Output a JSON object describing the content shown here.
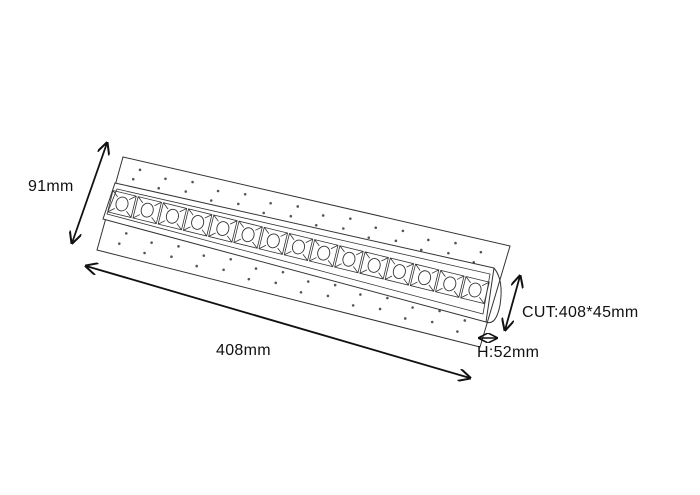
{
  "dimensions": {
    "width_label": "91mm",
    "length_label": "408mm",
    "cut_label": "CUT:408*45mm",
    "height_label": "H:52mm"
  },
  "fixture": {
    "lens_count": 15
  },
  "colors": {
    "line": "#222222",
    "background": "#ffffff"
  }
}
